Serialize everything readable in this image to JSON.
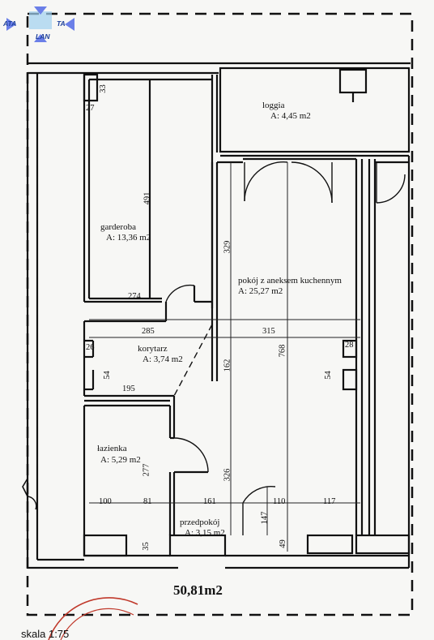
{
  "logo": {
    "left_text": "ATA",
    "right_text": "TA",
    "bottom_text": "LAN"
  },
  "rooms": {
    "loggia": {
      "name": "loggia",
      "area": "A: 4,45 m2"
    },
    "garderoba": {
      "name": "garderoba",
      "area": "A: 13,36 m2"
    },
    "pokoj": {
      "name": "pokój z aneksem kuchennym",
      "area": "A: 25,27 m2"
    },
    "korytarz": {
      "name": "korytarz",
      "area": "A: 3,74 m2"
    },
    "lazienka": {
      "name": "łazienka",
      "area": "A: 5,29 m2"
    },
    "przedpokoj": {
      "name": "przedpokój",
      "area": "A: 3,15 m2"
    }
  },
  "dimensions": {
    "d33": "33",
    "d27": "27",
    "d491": "491",
    "d274": "274",
    "d329": "329",
    "d285": "285",
    "d315": "315",
    "d26": "26",
    "d28": "28",
    "d54a": "54",
    "d54b": "54",
    "d162": "162",
    "d768": "768",
    "d195": "195",
    "d277": "277",
    "d326": "326",
    "d100": "100",
    "d81": "81",
    "d161": "161",
    "d110": "110",
    "d117": "117",
    "d147": "147",
    "d35": "35",
    "d49": "49"
  },
  "total_area": "50,81m2",
  "scale": "skala 1:75",
  "colors": {
    "wall": "#111111",
    "logo": "#1c3f9a",
    "stamp": "#c0392b"
  }
}
